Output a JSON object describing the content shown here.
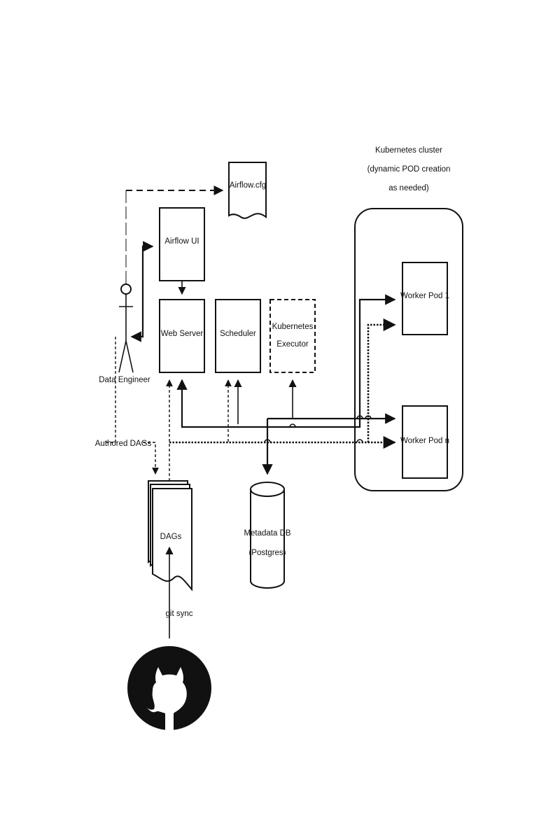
{
  "nodes": {
    "airflow_cfg": "Airflow.cfg",
    "airflow_ui": "Airflow UI",
    "web_server": "Web Server",
    "scheduler": "Scheduler",
    "executor": [
      "Kubernetes",
      "Executor"
    ],
    "worker_pod_1": "Worker Pod 1",
    "worker_pod_n": "Worker Pod n",
    "dags": "DAGs",
    "metadata_db": [
      "Metadata DB",
      "(Postgres)"
    ],
    "data_engineer": "Data Engineer"
  },
  "cluster": {
    "label": [
      "Kubernetes cluster",
      "(dynamic POD creation",
      "as needed)"
    ]
  },
  "edges": {
    "authored_dags": "Authored DAGs",
    "git_sync": "git sync"
  },
  "icons": {
    "repository": "github-icon",
    "person": "stick-figure-icon"
  },
  "colors": {
    "stroke": "#111111",
    "background": "#ffffff"
  }
}
